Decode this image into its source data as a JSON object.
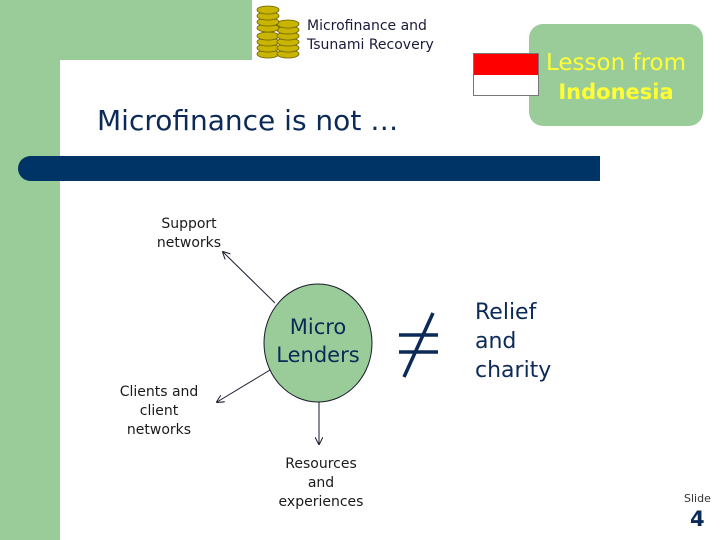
{
  "header": {
    "title_lines": [
      "Microfinance and",
      "Tsunami Recovery"
    ]
  },
  "badge": {
    "line1": "Lesson from",
    "line2": "Indonesia"
  },
  "slide": {
    "title": "Microfinance is not …",
    "number_label": "Slide",
    "number": "4"
  },
  "diagram": {
    "center_lines": [
      "Micro",
      "Lenders"
    ],
    "nodes": {
      "support": [
        "Support",
        "networks"
      ],
      "clients": [
        "Clients and",
        "client",
        "networks"
      ],
      "resources": [
        "Resources",
        "and",
        "experiences"
      ]
    },
    "relation_symbol": "≠",
    "relief_lines": [
      "Relief",
      "and",
      "charity"
    ]
  },
  "colors": {
    "sidebar_green": "#99cc99",
    "title_bar_navy": "#003366",
    "badge_text_yellow": "#ffff33",
    "node_fill": "#99cc99",
    "flag_red": "#ff0000"
  }
}
